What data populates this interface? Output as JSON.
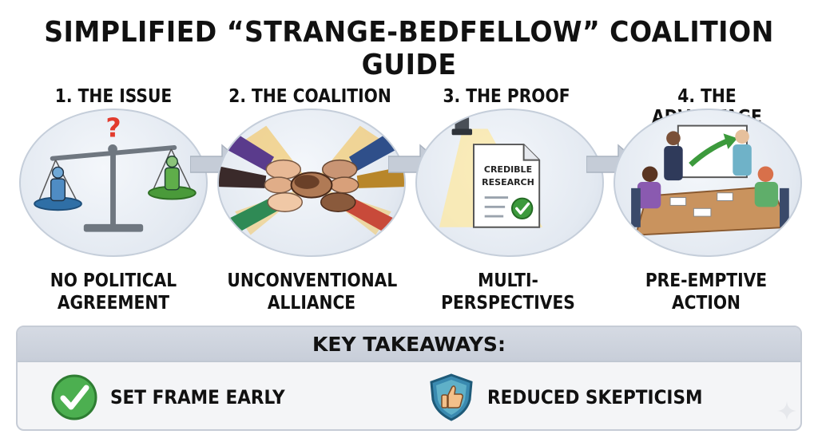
{
  "title": "SIMPLIFIED “STRANGE-BEDFELLOW” COALITION GUIDE",
  "steps": [
    {
      "title": "1. THE ISSUE",
      "caption_line1": "NO POLITICAL",
      "caption_line2": "AGREEMENT",
      "icon": "scales-icon"
    },
    {
      "title": "2. THE COALITION",
      "caption_line1": "UNCONVENTIONAL",
      "caption_line2": "ALLIANCE",
      "icon": "handshake-icon"
    },
    {
      "title": "3. THE PROOF",
      "caption_line1": "MULTI-",
      "caption_line2": "PERSPECTIVES",
      "icon": "document-icon",
      "doc_line1": "CREDIBLE",
      "doc_line2": "RESEARCH"
    },
    {
      "title": "4. THE ADVANTAGE",
      "caption_line1": "PRE-EMPTIVE",
      "caption_line2": "ACTION",
      "icon": "meeting-icon"
    }
  ],
  "takeaways": {
    "header": "KEY TAKEAWAYS:",
    "items": [
      {
        "label": "SET FRAME EARLY",
        "icon": "checkmark-icon"
      },
      {
        "label": "REDUCED SKEPTICISM",
        "icon": "shield-thumbs-up-icon"
      }
    ]
  },
  "colors": {
    "blue_pan": "#2f6fa6",
    "green_pan": "#4a9a3a",
    "question_mark": "#e23b2e",
    "check_green": "#3c9a3c",
    "arrow_gray": "#c5ccd7"
  }
}
